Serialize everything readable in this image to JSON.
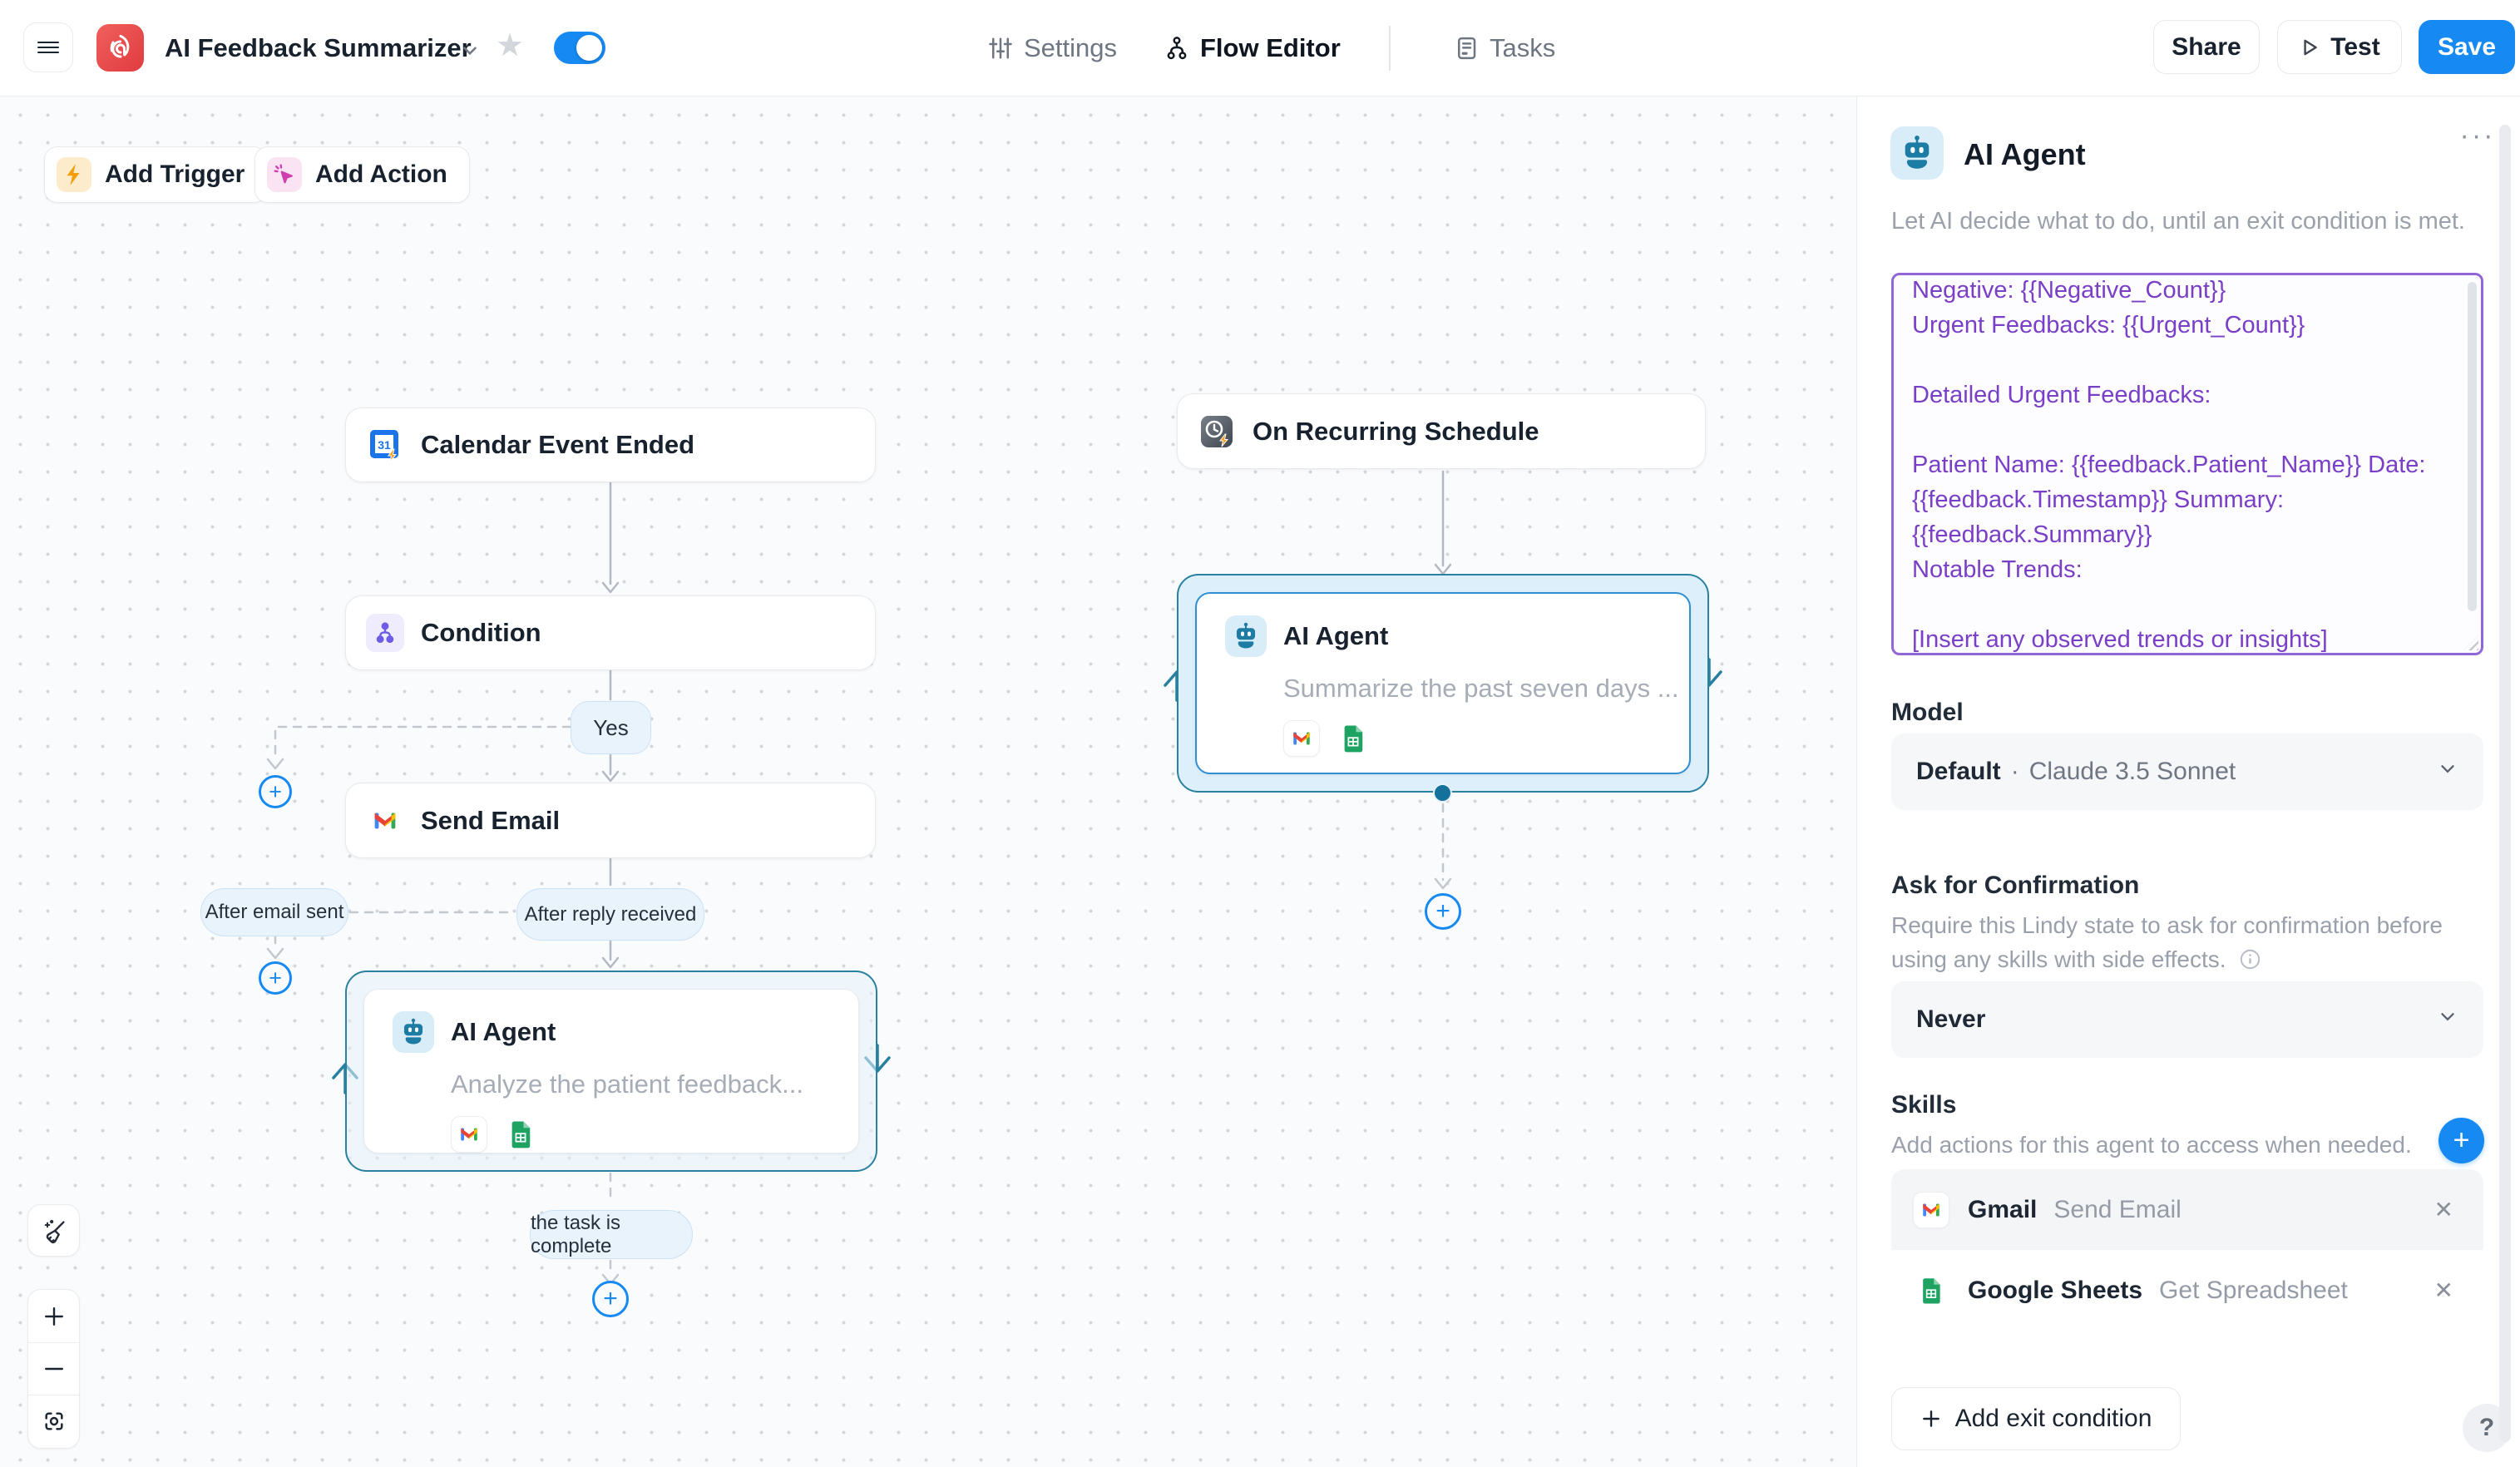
{
  "topbar": {
    "title": "AI Feedback Summarizer",
    "nav": [
      {
        "label": "Settings"
      },
      {
        "label": "Flow Editor"
      },
      {
        "label": "Tasks"
      }
    ],
    "share_label": "Share",
    "test_label": "Test",
    "save_label": "Save"
  },
  "canvas": {
    "add_trigger_label": "Add Trigger",
    "add_action_label": "Add Action",
    "nodes": {
      "calendar": {
        "title": "Calendar Event Ended"
      },
      "condition": {
        "title": "Condition"
      },
      "send_email": {
        "title": "Send Email"
      },
      "agent_left": {
        "title": "AI Agent",
        "subtitle": "Analyze the patient feedback..."
      },
      "schedule": {
        "title": "On Recurring Schedule"
      },
      "agent_right": {
        "title": "AI Agent",
        "subtitle": "Summarize the past seven days ..."
      }
    },
    "edge_labels": {
      "yes": "Yes",
      "after_email_sent": "After email sent",
      "after_reply_received": "After reply received",
      "task_complete": "the task is complete"
    }
  },
  "panel": {
    "title": "AI Agent",
    "subtitle": "Let AI decide what to do, until an exit condition is met.",
    "prompt_text": "Negative: {{Negative_Count}}\nUrgent Feedbacks: {{Urgent_Count}}\n\nDetailed Urgent Feedbacks:\n\nPatient Name: {{feedback.Patient_Name}} Date: {{feedback.Timestamp}} Summary: {{feedback.Summary}}\nNotable Trends:\n\n[Insert any observed trends or insights]",
    "model": {
      "label": "Model",
      "value_primary": "Default",
      "separator": "·",
      "value_secondary": "Claude 3.5 Sonnet"
    },
    "confirmation": {
      "label": "Ask for Confirmation",
      "description": "Require this Lindy state to ask for confirmation before using any skills with side effects.",
      "value": "Never"
    },
    "skills": {
      "label": "Skills",
      "description": "Add actions for this agent to access when needed.",
      "items": [
        {
          "app": "Gmail",
          "action": "Send Email"
        },
        {
          "app": "Google Sheets",
          "action": "Get Spreadsheet"
        }
      ]
    },
    "add_exit_label": "Add exit condition",
    "help_label": "?"
  },
  "colors": {
    "accent_blue": "#1689f2",
    "loop_teal": "#27809f",
    "prompt_purple": "#7a3fc7",
    "prompt_border": "#9266d6"
  }
}
